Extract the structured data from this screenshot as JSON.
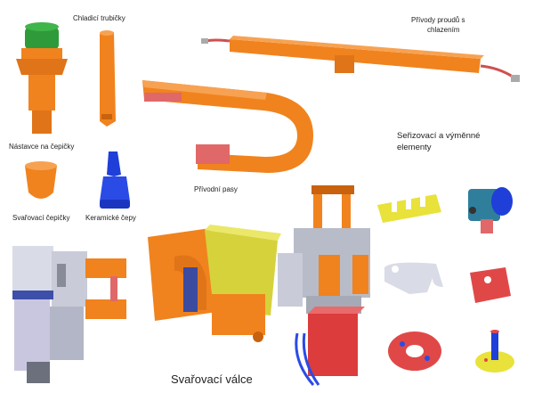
{
  "labels": {
    "cooling_tubes": "Chladicí trubičky",
    "current_leads_line1": "Přívody proudů s",
    "current_leads_line2": "chlazením",
    "cap_adapters": "Nástavce na čepičky",
    "adjust_elements_line1": "Seřizovací a výměnné",
    "adjust_elements_line2": "elementy",
    "lead_straps": "Přívodní pasy",
    "welding_caps": "Svařovací čepičky",
    "ceramic_pins": "Keramické čepy",
    "welding_cylinders": "Svařovací válce"
  },
  "colors": {
    "orange": "#f0831e",
    "orange_dark": "#c8620e",
    "green": "#2f9a3a",
    "blue": "#1f3fd8",
    "yellow": "#e8e23a",
    "red": "#e04848",
    "olive": "#b9b838",
    "steel": "#b8bcc8",
    "steel_dark": "#6c707c",
    "lilac": "#c9c7e0"
  }
}
